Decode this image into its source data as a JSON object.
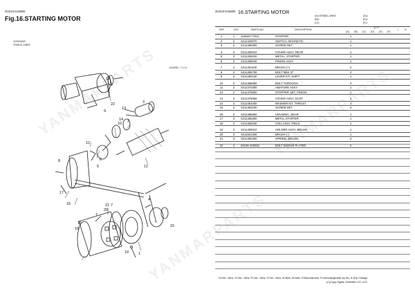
{
  "left_page": {
    "code": "3CD10-G43800",
    "title": "Fig.16.STARTING MOTOR",
    "model_note_1": "1D30/1M/3",
    "model_note_2": "3TNE-B,-UNH2",
    "diagram_ref": "D19250 - 7 1.11",
    "callouts": [
      "1",
      "2",
      "3",
      "4",
      "5",
      "6",
      "7",
      "8",
      "9",
      "10",
      "11",
      "12",
      "13",
      "14",
      "15",
      "16",
      "17",
      "18",
      "19",
      "20",
      "21",
      "22"
    ]
  },
  "right_page": {
    "code": "3CD10-G43800",
    "title": "16.STARTING MOTOR",
    "models": {
      "a": "(A)=3TN82L-UNH2",
      "b": "(B)=",
      "c": "(C)=",
      "d": "(D)=",
      "e": "(E)=",
      "f": "(F)="
    },
    "headers": {
      "ref": "REF",
      "lev": "LEV",
      "parts_no": "PARTS NO",
      "description": "DESCRIPTION",
      "qty": "Q'TY",
      "cols": [
        "(A)",
        "(B)",
        "(C)",
        "(D)",
        "(E)",
        "(F)"
      ],
      "i": "I",
      "r": "R"
    },
    "rows": [
      {
        "ref": "1",
        "lev": "1",
        "pn": "119225-77011",
        "desc": "STARTER",
        "qty": "1"
      },
      {
        "ref": "2",
        "lev": "2",
        "pn": "S211425070",
        "desc": "SWITCH, MAGNETIC",
        "qty": "1"
      },
      {
        "ref": "3",
        "lev": "2",
        "pn": "X211495300",
        "desc": "SCREW SET",
        "qty": "1"
      },
      {
        "ref": "4",
        "lev": "2",
        "pn": "X211400010",
        "desc": "COVER ASSY, REAR",
        "qty": "1"
      },
      {
        "ref": "5",
        "lev": "2",
        "pn": "X211405020",
        "desc": "METAL, STARTER",
        "qty": "1"
      },
      {
        "ref": "6",
        "lev": "2",
        "pn": "X211465040",
        "desc": "PINION ASSY",
        "qty": "1"
      },
      {
        "ref": "7",
        "lev": "2",
        "pn": "X211401100",
        "desc": "BRUSH (+)",
        "qty": "2"
      },
      {
        "ref": "8",
        "lev": "2",
        "pn": "X211496700",
        "desc": "BOLT M6X 37",
        "qty": "2"
      },
      {
        "ref": "9",
        "lev": "2",
        "pn": "X211460130",
        "desc": "LEVER KIT, SHIFT",
        "qty": "1"
      },
      {
        "ref": "10",
        "lev": "2",
        "pn": "X211466050",
        "desc": "BOLT THROUGH",
        "qty": "2"
      },
      {
        "ref": "11",
        "lev": "2",
        "pn": "X211470300",
        "desc": "AMATURE ASSY",
        "qty": "1"
      },
      {
        "ref": "12",
        "lev": "2",
        "pn": "X211475500",
        "desc": "STOPPER SET, PINION",
        "qty": "1"
      },
      {
        "ref": "13",
        "lev": "2",
        "pn": "X211476050",
        "desc": "COVER ASSY, DUST",
        "qty": "1"
      },
      {
        "ref": "14",
        "lev": "2",
        "pn": "X211481000",
        "desc": "WASHER KIT, THRUST",
        "qty": "1"
      },
      {
        "ref": "15",
        "lev": "2",
        "pn": "X211492100",
        "desc": "SCREW SET",
        "qty": "4"
      },
      {
        "ref": "16",
        "lev": "2",
        "pn": "X211486050",
        "desc": "HOUSING, GEAR",
        "qty": "1"
      },
      {
        "ref": "17",
        "lev": "3",
        "pn": "X211465200",
        "desc": "METAL STARTER",
        "qty": "1"
      },
      {
        "ref": "18",
        "lev": "2",
        "pn": "X211492040",
        "desc": "COIL ASSY, FIELD",
        "qty": "1"
      },
      {
        "ref": "19",
        "lev": "2",
        "pn": "X211490010",
        "desc": "HOLDER ASSY, BRUSH",
        "qty": "1"
      },
      {
        "ref": "20",
        "lev": "3",
        "pn": "X211601300",
        "desc": "BRUSH (-)",
        "qty": "1"
      },
      {
        "ref": "21",
        "lev": "3",
        "pn": "X211492400",
        "desc": "SPRING, BRUSH",
        "qty": "3"
      },
      {
        "ref": "22",
        "lev": "1",
        "pn": "26106-100252",
        "desc": "BOLT M10X25 PLATED",
        "qty": "2"
      }
    ],
    "footer": "N:Old→New, O:Old→New, R:Old→New, S:Old→New, W:New, W:Add, Z:Discontinued, F:Interchangeable by set, K:Q'ty Change",
    "copyright": "(C)Copy Rights YANMAR CO.,LTD."
  },
  "watermark": "YANMARPARTS"
}
